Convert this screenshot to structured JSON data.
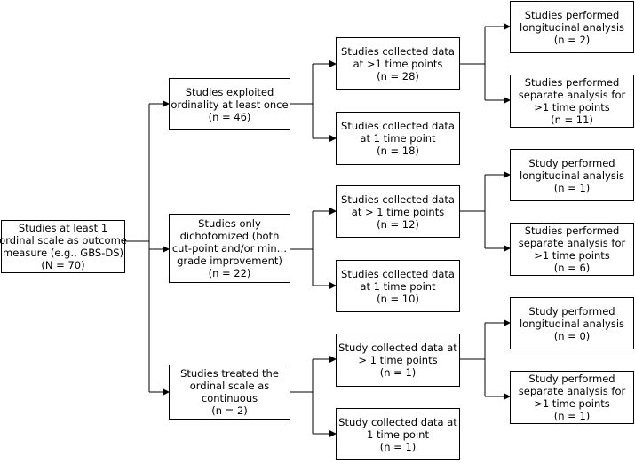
{
  "nodes": {
    "root": {
      "lines": [
        "Studies at least 1",
        "ordinal scale as outcome",
        "measure (e.g., GBS-DS)",
        "(N = 70)"
      ]
    },
    "exploited": {
      "lines": [
        "Studies exploited",
        "ordinality at least once",
        "(n = 46)"
      ]
    },
    "dichotomized": {
      "lines": [
        "Studies only",
        "dichotomized (both",
        "cut-point and/or min…",
        "grade improvement)",
        "(n = 22)"
      ]
    },
    "continuous": {
      "lines": [
        "Studies treated the",
        "ordinal scale as",
        "continuous",
        "(n = 2)"
      ]
    },
    "exp_multi": {
      "lines": [
        "Studies collected data",
        "at >1 time points",
        "(n = 28)"
      ]
    },
    "exp_single": {
      "lines": [
        "Studies collected data",
        "at 1 time point",
        "(n = 18)"
      ]
    },
    "dich_multi": {
      "lines": [
        "Studies collected data",
        "at > 1 time points",
        "(n = 12)"
      ]
    },
    "dich_single": {
      "lines": [
        "Studies collected data",
        "at 1 time point",
        "(n = 10)"
      ]
    },
    "cont_multi": {
      "lines": [
        "Study collected data at",
        "> 1 time points",
        "(n = 1)"
      ]
    },
    "cont_single": {
      "lines": [
        "Study collected data at",
        "1 time point",
        "(n = 1)"
      ]
    },
    "exp_long": {
      "lines": [
        "Studies performed",
        "longitudinal analysis",
        "(n = 2)"
      ]
    },
    "exp_sep": {
      "lines": [
        "Studies performed",
        "separate analysis for",
        ">1 time points",
        "(n = 11)"
      ]
    },
    "dich_long": {
      "lines": [
        "Study performed",
        "longitudinal analysis",
        "(n = 1)"
      ]
    },
    "dich_sep": {
      "lines": [
        "Studies performed",
        "separate analysis for",
        ">1 time points",
        "(n = 6)"
      ]
    },
    "cont_long": {
      "lines": [
        "Study performed",
        "longitudinal analysis",
        "(n = 0)"
      ]
    },
    "cont_sep": {
      "lines": [
        "Study performed",
        "separate analysis for",
        ">1 time points",
        "(n = 1)"
      ]
    }
  }
}
